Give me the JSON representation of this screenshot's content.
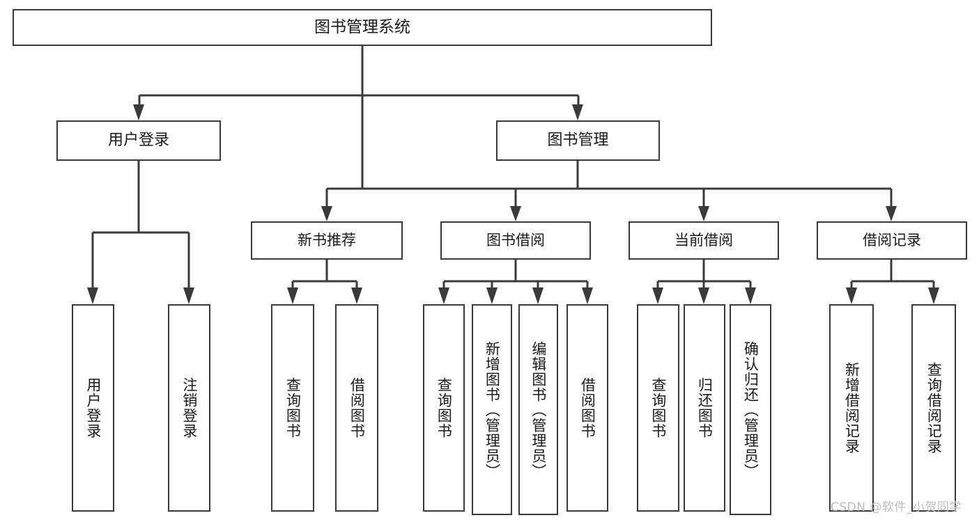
{
  "diagram": {
    "type": "tree-hierarchy",
    "title": "图书管理系统",
    "root": {
      "label": "图书管理系统"
    },
    "level1": [
      {
        "label": "用户登录"
      },
      {
        "label": "图书管理"
      }
    ],
    "level2": [
      {
        "label": "新书推荐"
      },
      {
        "label": "图书借阅"
      },
      {
        "label": "当前借阅"
      },
      {
        "label": "借阅记录"
      }
    ],
    "leaves": {
      "user_login": [
        {
          "label": "用户登录"
        },
        {
          "label": "注销登录"
        }
      ],
      "new_book_recommend": [
        {
          "label": "查询图书"
        },
        {
          "label": "借阅图书"
        }
      ],
      "book_borrow": [
        {
          "label": "查询图书"
        },
        {
          "label": "新增图书（管理员）"
        },
        {
          "label": "编辑图书（管理员）"
        },
        {
          "label": "借阅图书"
        }
      ],
      "current_borrow": [
        {
          "label": "查询图书"
        },
        {
          "label": "归还图书"
        },
        {
          "label": "确认归还（管理员）"
        }
      ],
      "borrow_record": [
        {
          "label": "新增借阅记录"
        },
        {
          "label": "查询借阅记录"
        }
      ]
    }
  },
  "watermark": {
    "text": "CSDN @软件_小贺同学"
  },
  "colors": {
    "stroke": "#3a3a3a",
    "background": "#ffffff",
    "text": "#1a1a1a",
    "watermark": "#bdbdbd"
  }
}
